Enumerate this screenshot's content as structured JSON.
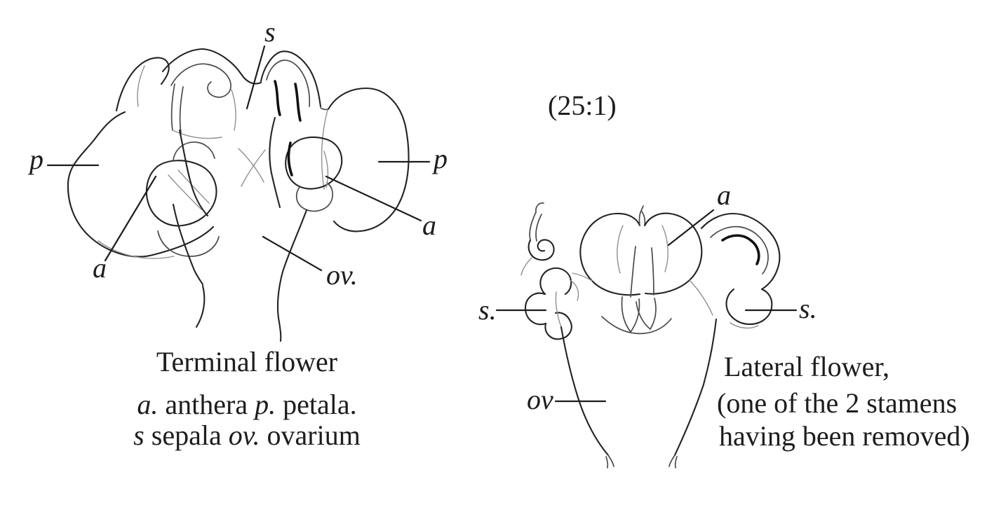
{
  "figure": {
    "scale_note": "(25:1)",
    "terminal_flower": {
      "labels": {
        "sepal": "s",
        "petal_left": "p",
        "petal_right": "p",
        "anther_left": "a",
        "anther_right": "a",
        "ovary": "ov."
      },
      "caption_title": "Terminal flower",
      "legend": {
        "a_abbr": "a.",
        "a_word": " anthera ",
        "p_abbr": "p.",
        "p_word": " petala.",
        "s_abbr": "s",
        "s_word": " sepala ",
        "ov_abbr": "ov.",
        "ov_word": " ovarium"
      }
    },
    "lateral_flower": {
      "labels": {
        "anther": "a",
        "sepal_left": "s.",
        "sepal_right": "s.",
        "ovary": "ov"
      },
      "caption_line1": "Lateral flower,",
      "caption_line2": "(one of the 2 stamens",
      "caption_line3": "having been removed)"
    }
  },
  "colors": {
    "ink": "#232323",
    "background": "#ffffff"
  }
}
